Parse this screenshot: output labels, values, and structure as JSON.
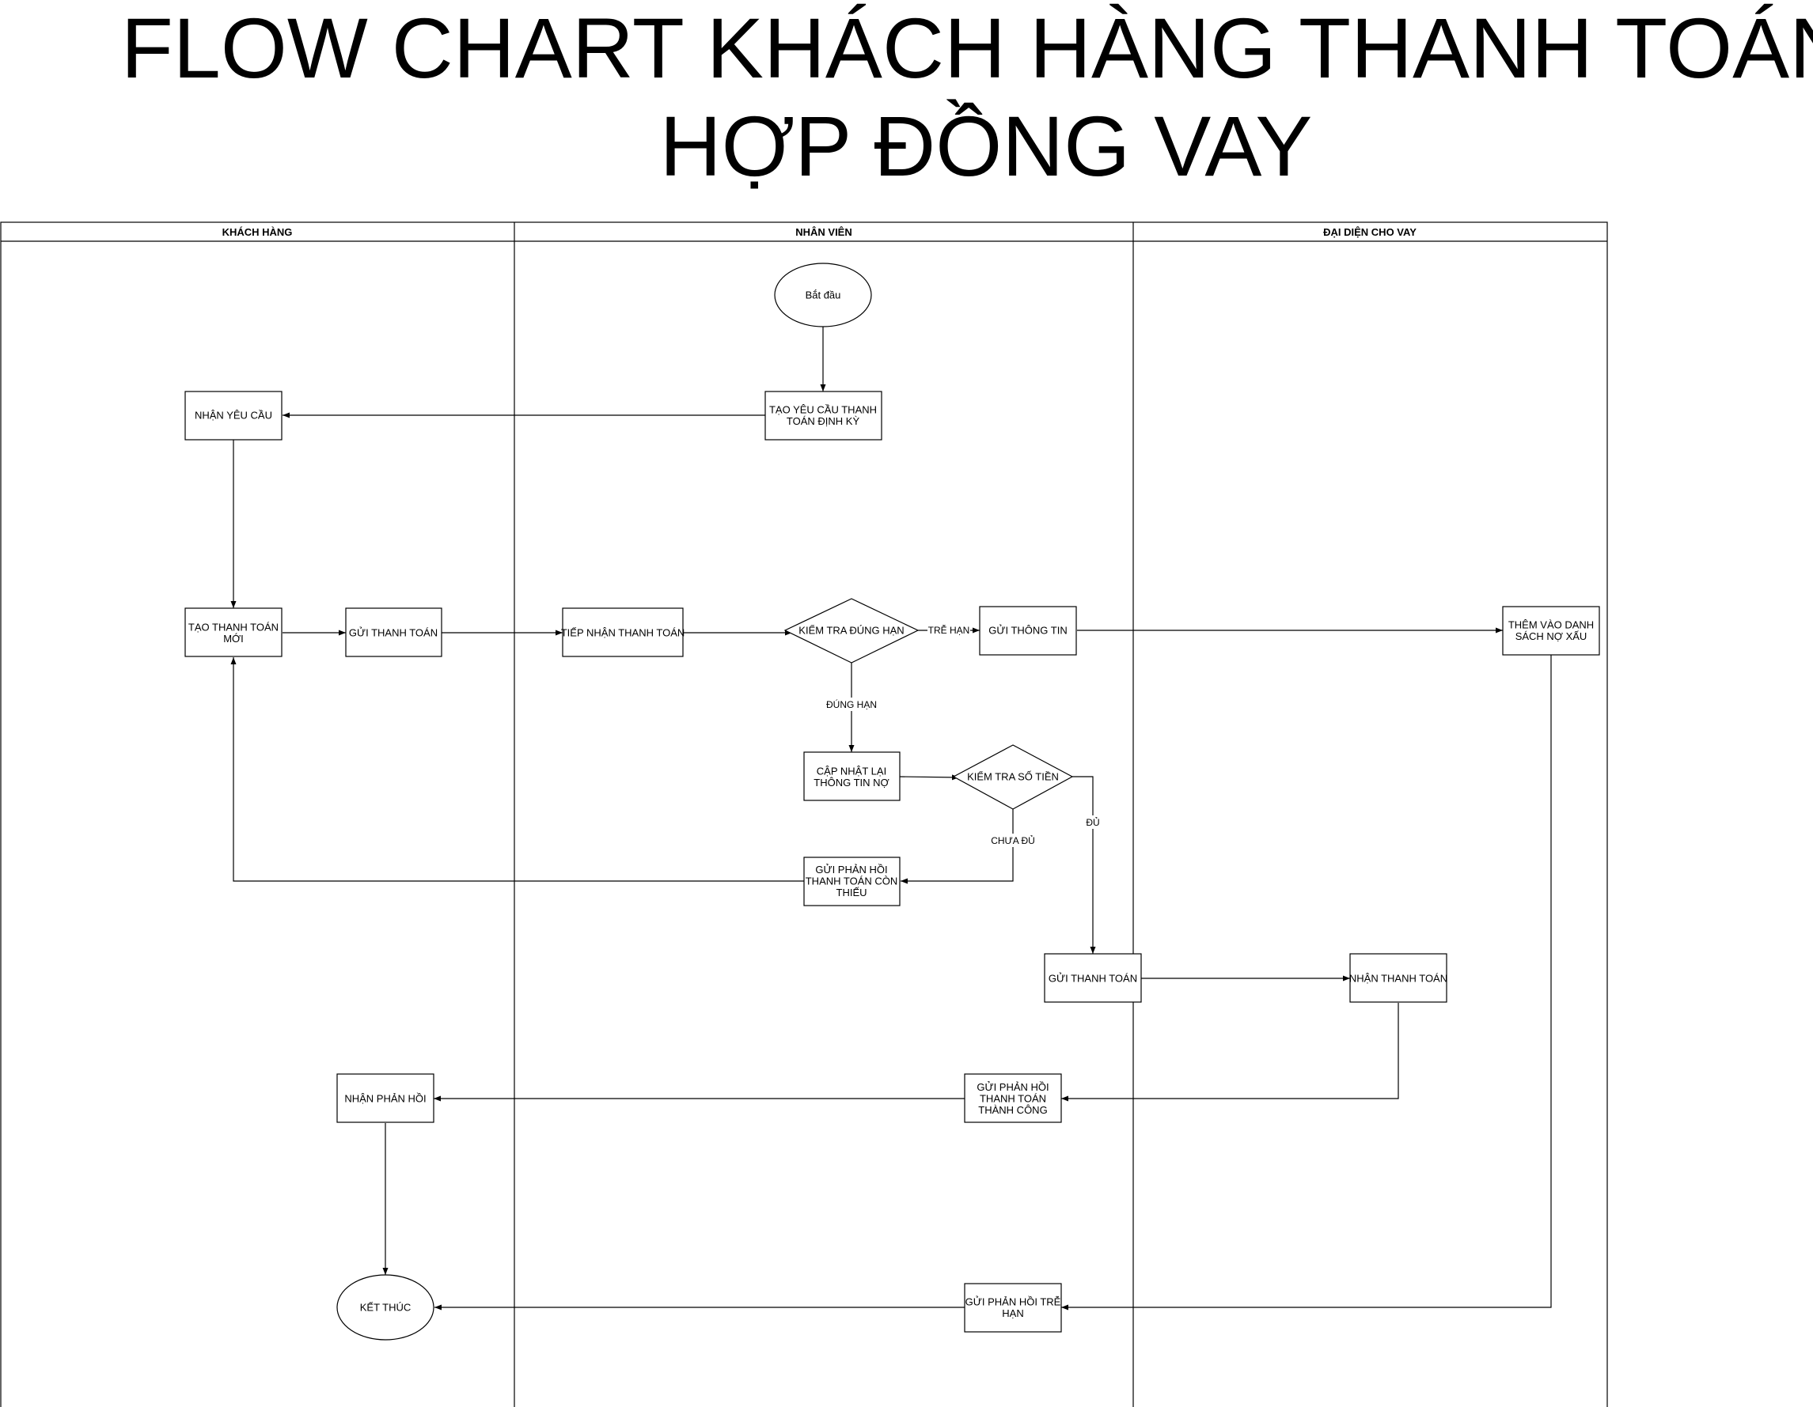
{
  "title": {
    "line1": "FLOW CHART KHÁCH HÀNG THANH TOÁN",
    "line2": "HỢP ĐỒNG VAY"
  },
  "lanes": {
    "customer": "KHÁCH HÀNG",
    "staff": "NHÂN VIÊN",
    "lender": "ĐẠI DIỆN CHO VAY"
  },
  "nodes": {
    "start": [
      "Bắt đầu"
    ],
    "create_request": [
      "TẠO YÊU CẦU THANH",
      "TOÁN ĐỊNH KỲ"
    ],
    "receive_request": [
      "NHẬN YÊU CẦU"
    ],
    "create_payment": [
      "TẠO THANH TOÁN",
      "MỚI"
    ],
    "send_payment_customer": [
      "GỬI THANH TOÁN"
    ],
    "receive_payment": [
      "TIẾP NHẬN THANH TOÁN"
    ],
    "check_due": [
      "KIỂM TRA ĐÚNG HẠN"
    ],
    "send_info": [
      "GỬI THÔNG TIN"
    ],
    "add_bad_debt": [
      "THÊM VÀO DANH",
      "SÁCH NỢ XẤU"
    ],
    "update_debt": [
      "CẬP NHẬT LẠI",
      "THÔNG TIN NỢ"
    ],
    "check_amount": [
      "KIỂM TRA SỐ TIỀN"
    ],
    "send_missing": [
      "GỬI PHẢN HỒI",
      "THANH TOÁN CÒN",
      "THIẾU"
    ],
    "send_payment_staff": [
      "GỬI THANH TOÁN"
    ],
    "lender_receive": [
      "NHẬN THANH TOÁN"
    ],
    "send_success": [
      "GỬI PHẢN HỒI",
      "THANH TOÁN",
      "THÀNH CÔNG"
    ],
    "receive_feedback": [
      "NHẬN PHẢN HỒI"
    ],
    "send_late": [
      "GỬI PHẢN HỒI TRỄ",
      "HẠN"
    ],
    "end": [
      "KẾT THÚC"
    ]
  },
  "edge_labels": {
    "late": "TRỄ HẠN",
    "on_time": "ĐÚNG HẠN",
    "enough": "ĐỦ",
    "not_enough": "CHƯA ĐỦ"
  }
}
